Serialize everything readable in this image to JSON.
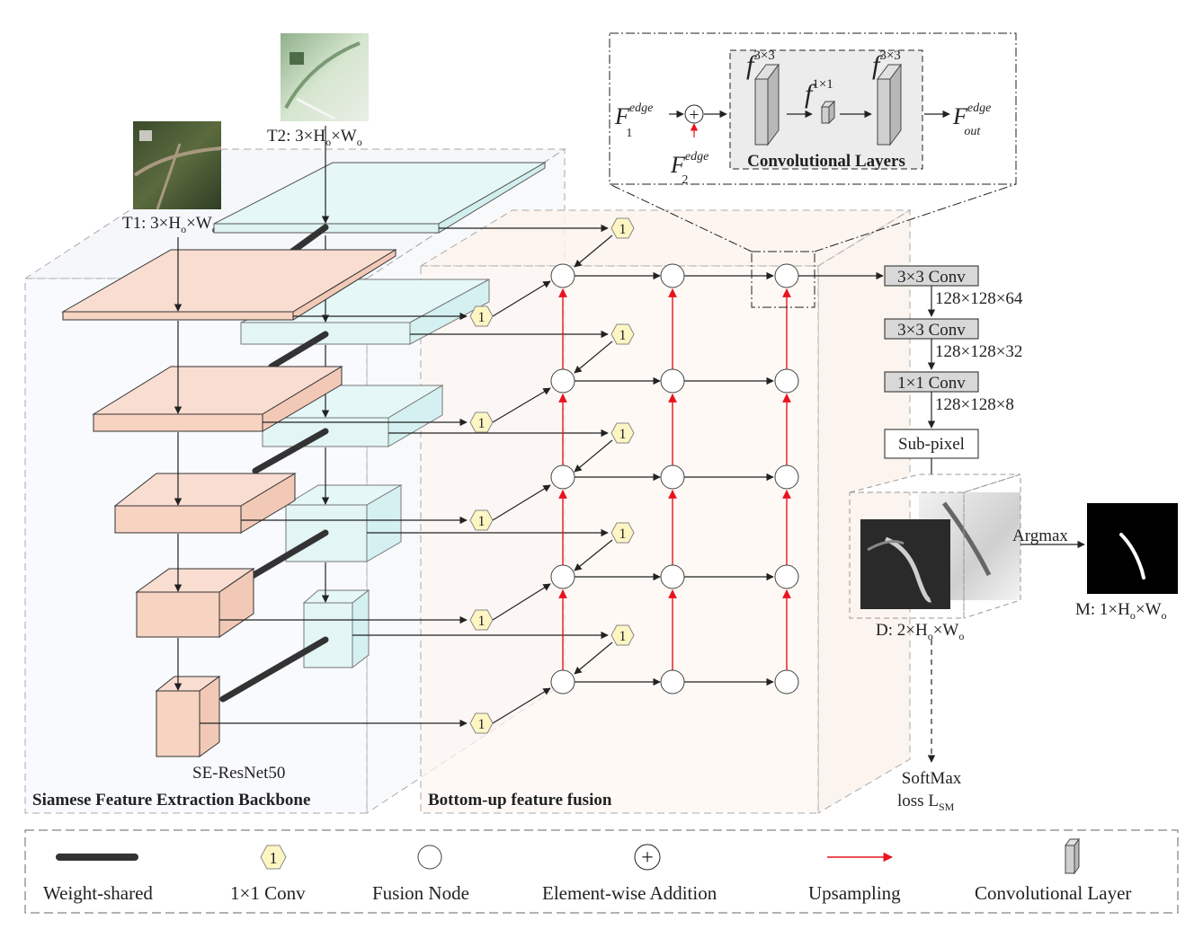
{
  "inputs": {
    "t1_label": "T1: 3×H",
    "t1_sub1": "o",
    "t1_mid": "×W",
    "t1_sub2": "o",
    "t2_label": "T2: 3×H",
    "t2_sub1": "o",
    "t2_mid": "×W",
    "t2_sub2": "o"
  },
  "backbone": {
    "model_name": "SE-ResNet50",
    "section_title": "Siamese Feature Extraction Backbone"
  },
  "fusion": {
    "section_title": "Bottom-up feature fusion",
    "conv_badge": "1"
  },
  "edge_block": {
    "f1_base": "F",
    "f1_sup": "edge",
    "f1_sub": "1",
    "f2_base": "F",
    "f2_sup": "edge",
    "f2_sub": "2",
    "fout_base": "F",
    "fout_sup": "edge",
    "fout_sub": "out",
    "conv_a": "f",
    "conv_a_sup": "3×3",
    "conv_b": "f",
    "conv_b_sup": "1×1",
    "conv_c": "f",
    "conv_c_sup": "3×3",
    "title": "Convolutional Layers",
    "plus_symbol": "+"
  },
  "head": {
    "conv1": "3×3 Conv",
    "conv1_dim": "128×128×64",
    "conv2": "3×3 Conv",
    "conv2_dim": "128×128×32",
    "conv3": "1×1 Conv",
    "conv3_dim": "128×128×8",
    "subpixel": "Sub-pixel",
    "argmax": "Argmax",
    "d_label": "D:  2×H",
    "d_sub1": "o",
    "d_mid": "×W",
    "d_sub2": "o",
    "m_label": "M:  1×H",
    "m_sub1": "o",
    "m_mid": "×W",
    "m_sub2": "o",
    "loss_line1": "SoftMax",
    "loss_line2": "loss L",
    "loss_sub": "SM"
  },
  "legend": {
    "weight_shared": "Weight-shared",
    "conv1x1": "1×1 Conv",
    "conv_badge": "1",
    "fusion_node": "Fusion Node",
    "addition": "Element-wise Addition",
    "plus_symbol": "+",
    "upsampling": "Upsampling",
    "conv_layer": "Convolutional Layer"
  },
  "colors": {
    "t1_block": "#f9ddd0",
    "t2_block": "#e6f7f7",
    "hexagon": "#fdf6c3",
    "upsample_arrow": "#e8141c",
    "conv_box": "#d8d8d8"
  }
}
